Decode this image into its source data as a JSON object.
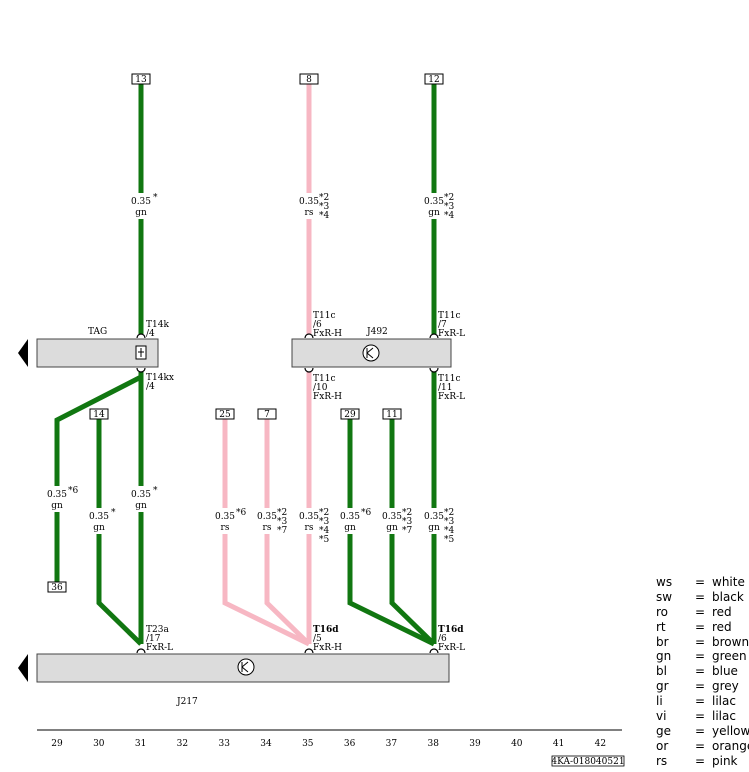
{
  "components": {
    "upper_tag": "TAG",
    "upper_j492": "J492",
    "lower_j217": "J217"
  },
  "wire_labels": {
    "w13": {
      "size": "0.35",
      "color": "gn",
      "notes": "*"
    },
    "w8": {
      "size": "0.35",
      "color": "rs",
      "notes": "*2\n*3\n*4"
    },
    "w12": {
      "size": "0.35",
      "color": "gn",
      "notes": "*2\n*3\n*4"
    },
    "w36": {
      "size": "0.35",
      "color": "gn",
      "notes": "*6"
    },
    "w14": {
      "size": "0.35",
      "color": "gn",
      "notes": "*"
    },
    "w31": {
      "size": "0.35",
      "color": "gn",
      "notes": "*"
    },
    "w25": {
      "size": "0.35",
      "color": "rs",
      "notes": "*6"
    },
    "w7": {
      "size": "0.35",
      "color": "rs",
      "notes": "*2\n*3\n*7"
    },
    "w35": {
      "size": "0.35",
      "color": "rs",
      "notes": "*2\n*3\n*4\n*5"
    },
    "w29": {
      "size": "0.35",
      "color": "gn",
      "notes": "*6"
    },
    "w11": {
      "size": "0.35",
      "color": "gn",
      "notes": "*2\n*3\n*7"
    },
    "w38": {
      "size": "0.35",
      "color": "gn",
      "notes": "*2\n*3\n*4\n*5"
    }
  },
  "connectors": {
    "t14k": {
      "name": "T14k",
      "pin": "/4",
      "signal": ""
    },
    "t11c_6": {
      "name": "T11c",
      "pin": "/6",
      "signal": "FxR-H"
    },
    "t11c_7": {
      "name": "T11c",
      "pin": "/7",
      "signal": "FxR-L"
    },
    "t14kx": {
      "name": "T14kx",
      "pin": "/4",
      "signal": ""
    },
    "t11c_10": {
      "name": "T11c",
      "pin": "/10",
      "signal": "FxR-H"
    },
    "t11c_11": {
      "name": "T11c",
      "pin": "/11",
      "signal": "FxR-L"
    },
    "t23a": {
      "name": "T23a",
      "pin": "/17",
      "signal": "FxR-L"
    },
    "t16d_5": {
      "name": "T16d",
      "pin": "/5",
      "signal": "FxR-H"
    },
    "t16d_6": {
      "name": "T16d",
      "pin": "/6",
      "signal": "FxR-L"
    }
  },
  "ref_boxes": {
    "b13": "13",
    "b8": "8",
    "b12": "12",
    "b14": "14",
    "b25": "25",
    "b7": "7",
    "b29": "29",
    "b11": "11",
    "b36": "36"
  },
  "scale": [
    "29",
    "30",
    "31",
    "32",
    "33",
    "34",
    "35",
    "36",
    "37",
    "38",
    "39",
    "40",
    "41",
    "42"
  ],
  "doc_id": "4KA-018040521",
  "colors": {
    "green": "#117711",
    "pink": "#f7b7c3",
    "bar": "#dcdcdc"
  },
  "legend": [
    {
      "code": "ws",
      "eq": "=",
      "name": "white"
    },
    {
      "code": "sw",
      "eq": "=",
      "name": "black"
    },
    {
      "code": "ro",
      "eq": "=",
      "name": "red"
    },
    {
      "code": "rt",
      "eq": "=",
      "name": "red"
    },
    {
      "code": "br",
      "eq": "=",
      "name": "brown"
    },
    {
      "code": "gn",
      "eq": "=",
      "name": "green"
    },
    {
      "code": "bl",
      "eq": "=",
      "name": "blue"
    },
    {
      "code": "gr",
      "eq": "=",
      "name": "grey"
    },
    {
      "code": "li",
      "eq": "=",
      "name": "lilac"
    },
    {
      "code": "vi",
      "eq": "=",
      "name": "lilac"
    },
    {
      "code": "ge",
      "eq": "=",
      "name": "yellow"
    },
    {
      "code": "or",
      "eq": "=",
      "name": "orange"
    },
    {
      "code": "rs",
      "eq": "=",
      "name": "pink"
    }
  ]
}
